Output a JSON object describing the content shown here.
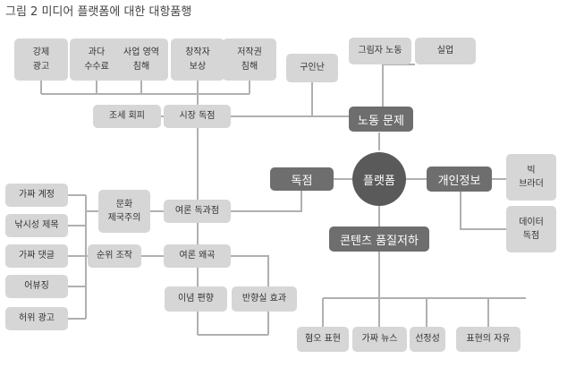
{
  "title": "그림 2   미디어 플랫폼에 대한 대항품행",
  "hub": "플랫폼",
  "categories": {
    "labor": "노동 문제",
    "monopoly": "독점",
    "privacy": "개인정보",
    "content": "콘텐츠 품질저하"
  },
  "nodes": {
    "forced_ads": [
      "강제",
      "광고"
    ],
    "excess_fee": [
      "과다",
      "수수료"
    ],
    "business_infringe": [
      "사업 영역",
      "침해"
    ],
    "creator_comp": [
      "창작자",
      "보상"
    ],
    "copyright_infringe": [
      "저작권",
      "침해"
    ],
    "tax_evasion": "조세 회피",
    "market_monopoly": "시장 독점",
    "job_seeking": "구인난",
    "gig_labor": "그림자 노동",
    "unemployment": "실업",
    "big_brother": [
      "빅",
      "브라더"
    ],
    "data_monopoly": [
      "데이터",
      "독점"
    ],
    "cultural_imperialism": [
      "문화",
      "제국주의"
    ],
    "opinion_oligopoly": "여론 독과점",
    "manipulation": "순위 조작",
    "opinion_distortion": "여론 왜곡",
    "ideology_bias": "이념 편향",
    "echo_chamber": "반향실 효과",
    "fake_account": "가짜 계정",
    "clickbait": "낚시성 제목",
    "fake_comment": "가짜 댓글",
    "abusing": "어뷰징",
    "false_ad": "허위 광고",
    "hate_speech": "혐오 표현",
    "fake_news": "가짜 뉴스",
    "sensationalism": "선정성",
    "free_expression": "표현의 자유"
  }
}
